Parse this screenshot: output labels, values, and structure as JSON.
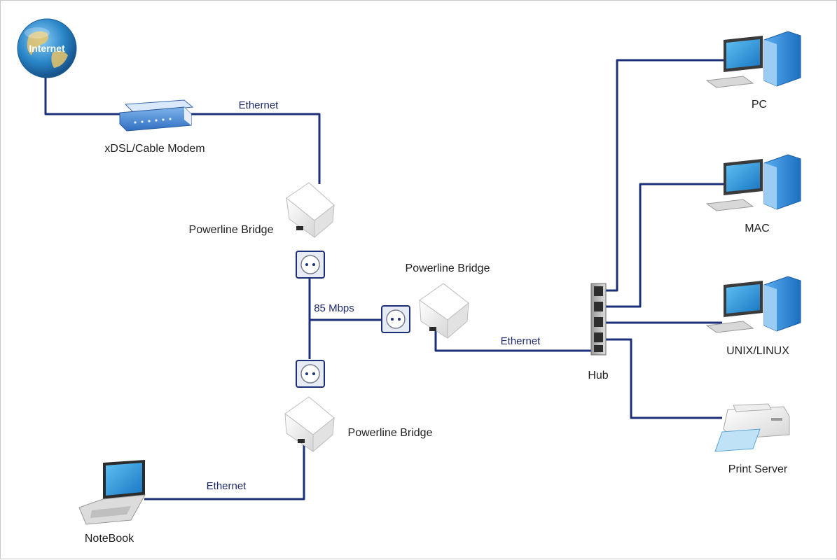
{
  "nodes": {
    "internet": "Internet",
    "modem": "xDSL/Cable Modem",
    "bridge_top": "Powerline Bridge",
    "bridge_mid": "Powerline Bridge",
    "bridge_bottom": "Powerline Bridge",
    "hub": "Hub",
    "pc": "PC",
    "mac": "MAC",
    "unix": "UNIX/LINUX",
    "print_server": "Print Server",
    "notebook": "NoteBook"
  },
  "links": {
    "modem_to_bridge": "Ethernet",
    "bridge_to_hub": "Ethernet",
    "notebook_to_bridge": "Ethernet",
    "powerline_speed": "85 Mbps"
  },
  "colors": {
    "wire": "#1c2f7a",
    "screen": "#1f8fd6",
    "tower": "#2a8ad8",
    "device_white": "#f4f4f4",
    "globe": "#2a86c8"
  },
  "icons": [
    "globe-icon",
    "modem-icon",
    "powerline-bridge-icon",
    "power-outlet-icon",
    "hub-icon",
    "desktop-computer-icon",
    "printer-icon",
    "laptop-icon"
  ]
}
